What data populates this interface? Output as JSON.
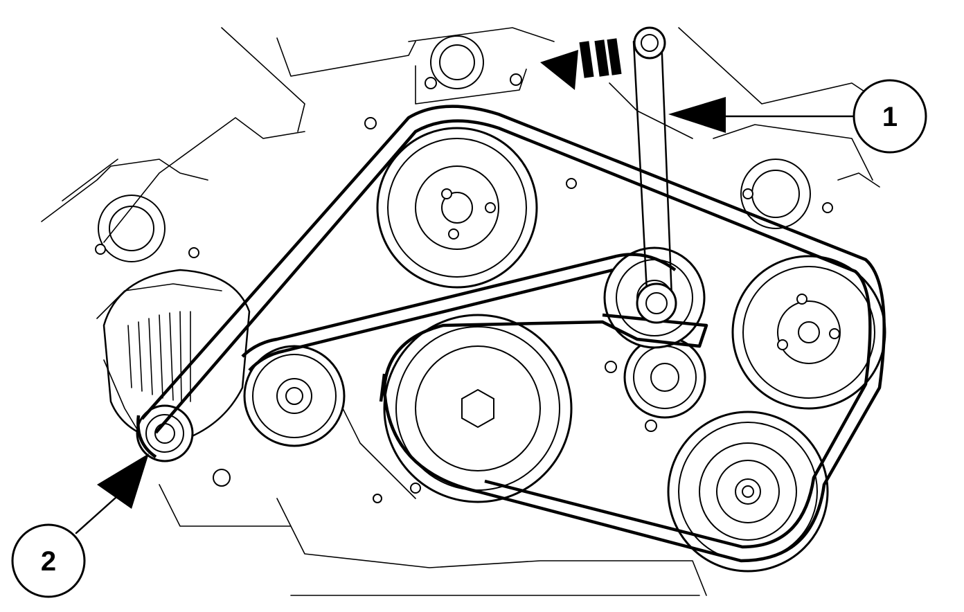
{
  "diagram": {
    "callouts": [
      {
        "id": "callout-1",
        "label": "1"
      },
      {
        "id": "callout-2",
        "label": "2"
      }
    ],
    "colors": {
      "ink": "#000000",
      "paper": "#ffffff"
    }
  }
}
